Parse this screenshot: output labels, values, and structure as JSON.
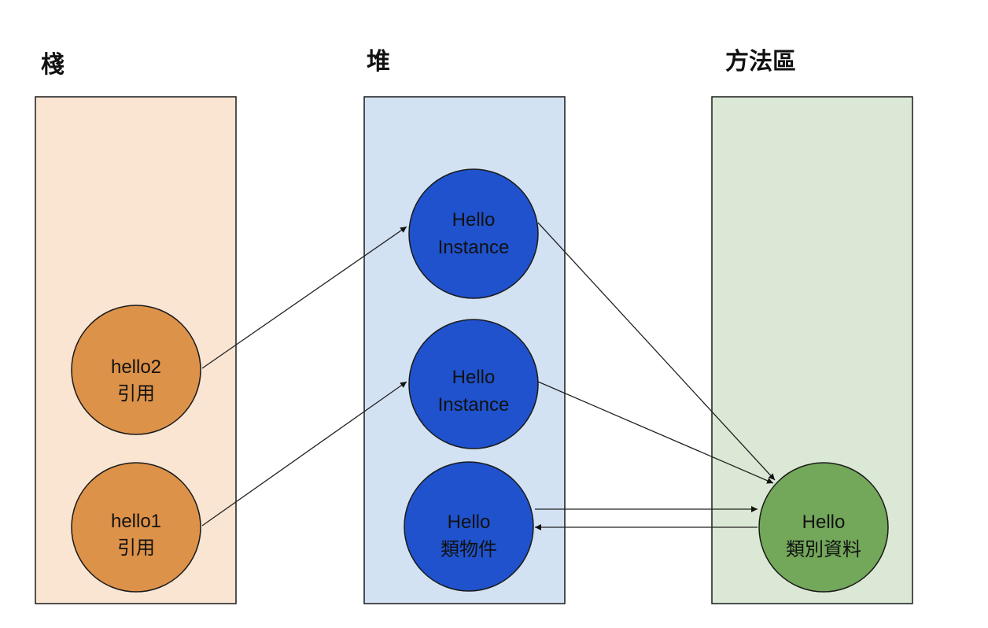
{
  "columns": {
    "stack": {
      "title": "棧",
      "fill": "#fae5d3"
    },
    "heap": {
      "title": "堆",
      "fill": "#d3e2f3"
    },
    "method_area": {
      "title": "方法區",
      "fill": "#dbe8d5"
    }
  },
  "nodes": {
    "hello2_ref": {
      "line1": "hello2",
      "line2": "引用",
      "fill": "#dd9249"
    },
    "hello1_ref": {
      "line1": "hello1",
      "line2": "引用",
      "fill": "#dd9249"
    },
    "instance_top": {
      "line1": "Hello",
      "line2": "Instance",
      "fill": "#1f52cc"
    },
    "instance_mid": {
      "line1": "Hello",
      "line2": "Instance",
      "fill": "#1f52cc"
    },
    "class_object": {
      "line1": "Hello",
      "line2": "類物件",
      "fill": "#1f52cc"
    },
    "class_data": {
      "line1": "Hello",
      "line2": "類別資料",
      "fill": "#73a75a"
    }
  }
}
